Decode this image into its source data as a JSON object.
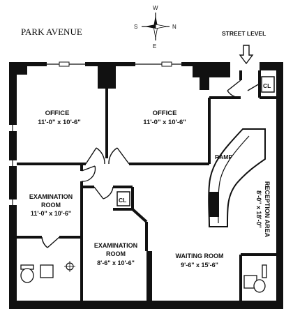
{
  "street_name": "PARK AVENUE",
  "entrance_label": "STREET LEVEL",
  "compass": {
    "w": "W",
    "e": "E",
    "s": "S",
    "n": "N"
  },
  "rooms": {
    "office_left": {
      "name": "OFFICE",
      "size": "11'-0\" x 10'-6\""
    },
    "office_right": {
      "name": "OFFICE",
      "size": "11'-0\" x 10'-6\""
    },
    "exam_left": {
      "name_line1": "EXAMINATION",
      "name_line2": "ROOM",
      "size": "11'-0\" x 10'-6\""
    },
    "exam_center": {
      "name_line1": "EXAMINATION",
      "name_line2": "ROOM",
      "size": "8'-6\" x 10'-6\""
    },
    "waiting": {
      "name": "WAITING ROOM",
      "size": "9'-6\" x 15'-6\""
    },
    "reception": {
      "name": "RECEPTION AREA",
      "size": "8'-0\" x 18'-0\""
    }
  },
  "ramp_label": "RAMP",
  "closet_label": "CL"
}
